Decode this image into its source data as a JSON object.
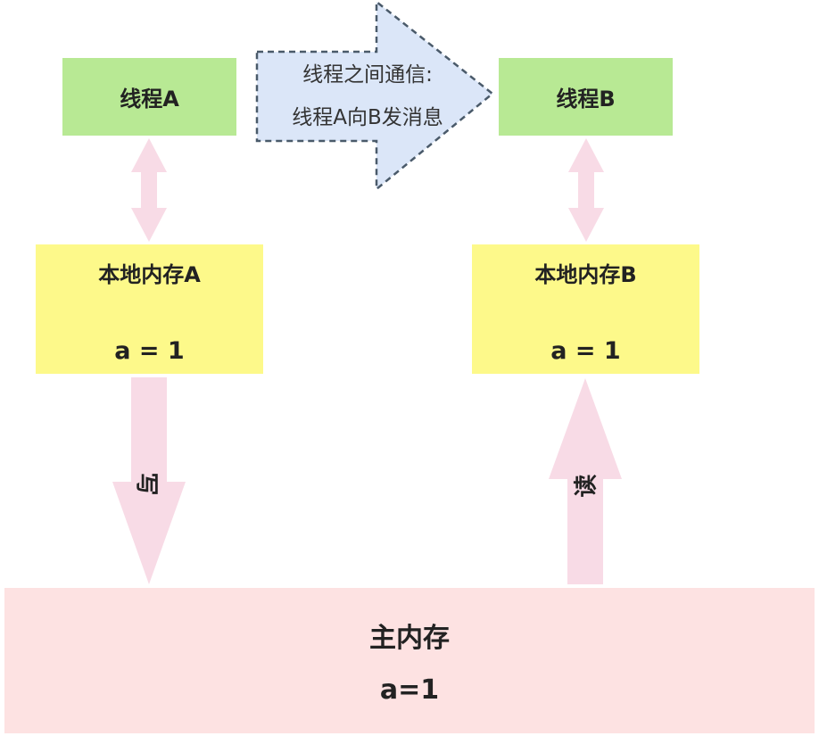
{
  "thread_a": {
    "label": "线程A"
  },
  "thread_b": {
    "label": "线程B"
  },
  "message": {
    "line1": "线程之间通信:",
    "line2": "线程A向B发消息"
  },
  "local_mem_a": {
    "title": "本地内存A",
    "value": "a = 1"
  },
  "local_mem_b": {
    "title": "本地内存B",
    "value": "a = 1"
  },
  "write_label": "写",
  "read_label": "读",
  "main_mem": {
    "title": "主内存",
    "value": "a=1"
  },
  "colors": {
    "thread": "#b8e994",
    "local_memory": "#fdf98a",
    "main_memory": "#fde2e2",
    "arrow": "#f8dbe6",
    "message_arrow_fill": "#dbe6f8",
    "message_arrow_stroke": "#4a5a6a"
  }
}
